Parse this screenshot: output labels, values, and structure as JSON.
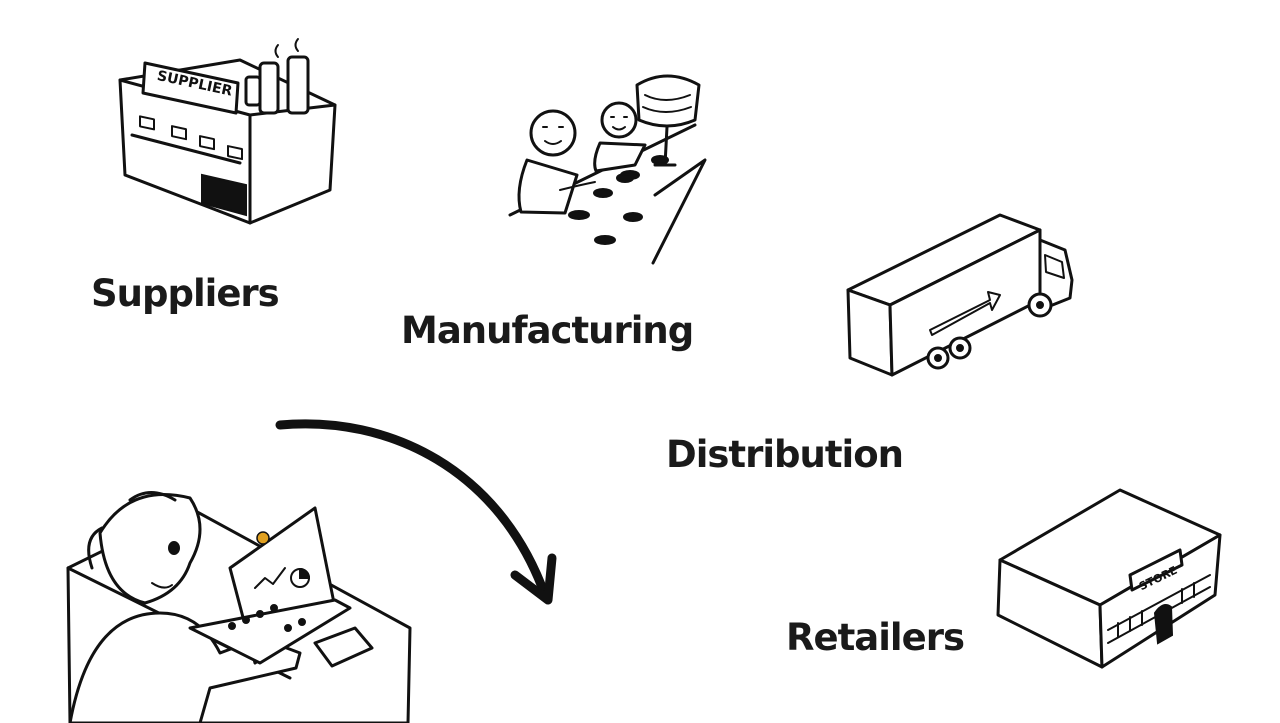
{
  "stages": {
    "suppliers": {
      "label": "Suppliers",
      "icon": "supplier-factory-icon",
      "sign": "SUPPLIER"
    },
    "manufacturing": {
      "label": "Manufacturing",
      "icon": "assembly-line-icon"
    },
    "distribution": {
      "label": "Distribution",
      "icon": "delivery-truck-icon"
    },
    "retailers": {
      "label": "Retailers",
      "icon": "store-building-icon",
      "sign": "STORE"
    },
    "customer": {
      "icon": "person-at-laptop-icon"
    }
  },
  "flow_arrow": {
    "icon": "curved-arrow-icon"
  },
  "colors": {
    "ink": "#111111",
    "background": "#ffffff",
    "accent": "#e0a020"
  }
}
